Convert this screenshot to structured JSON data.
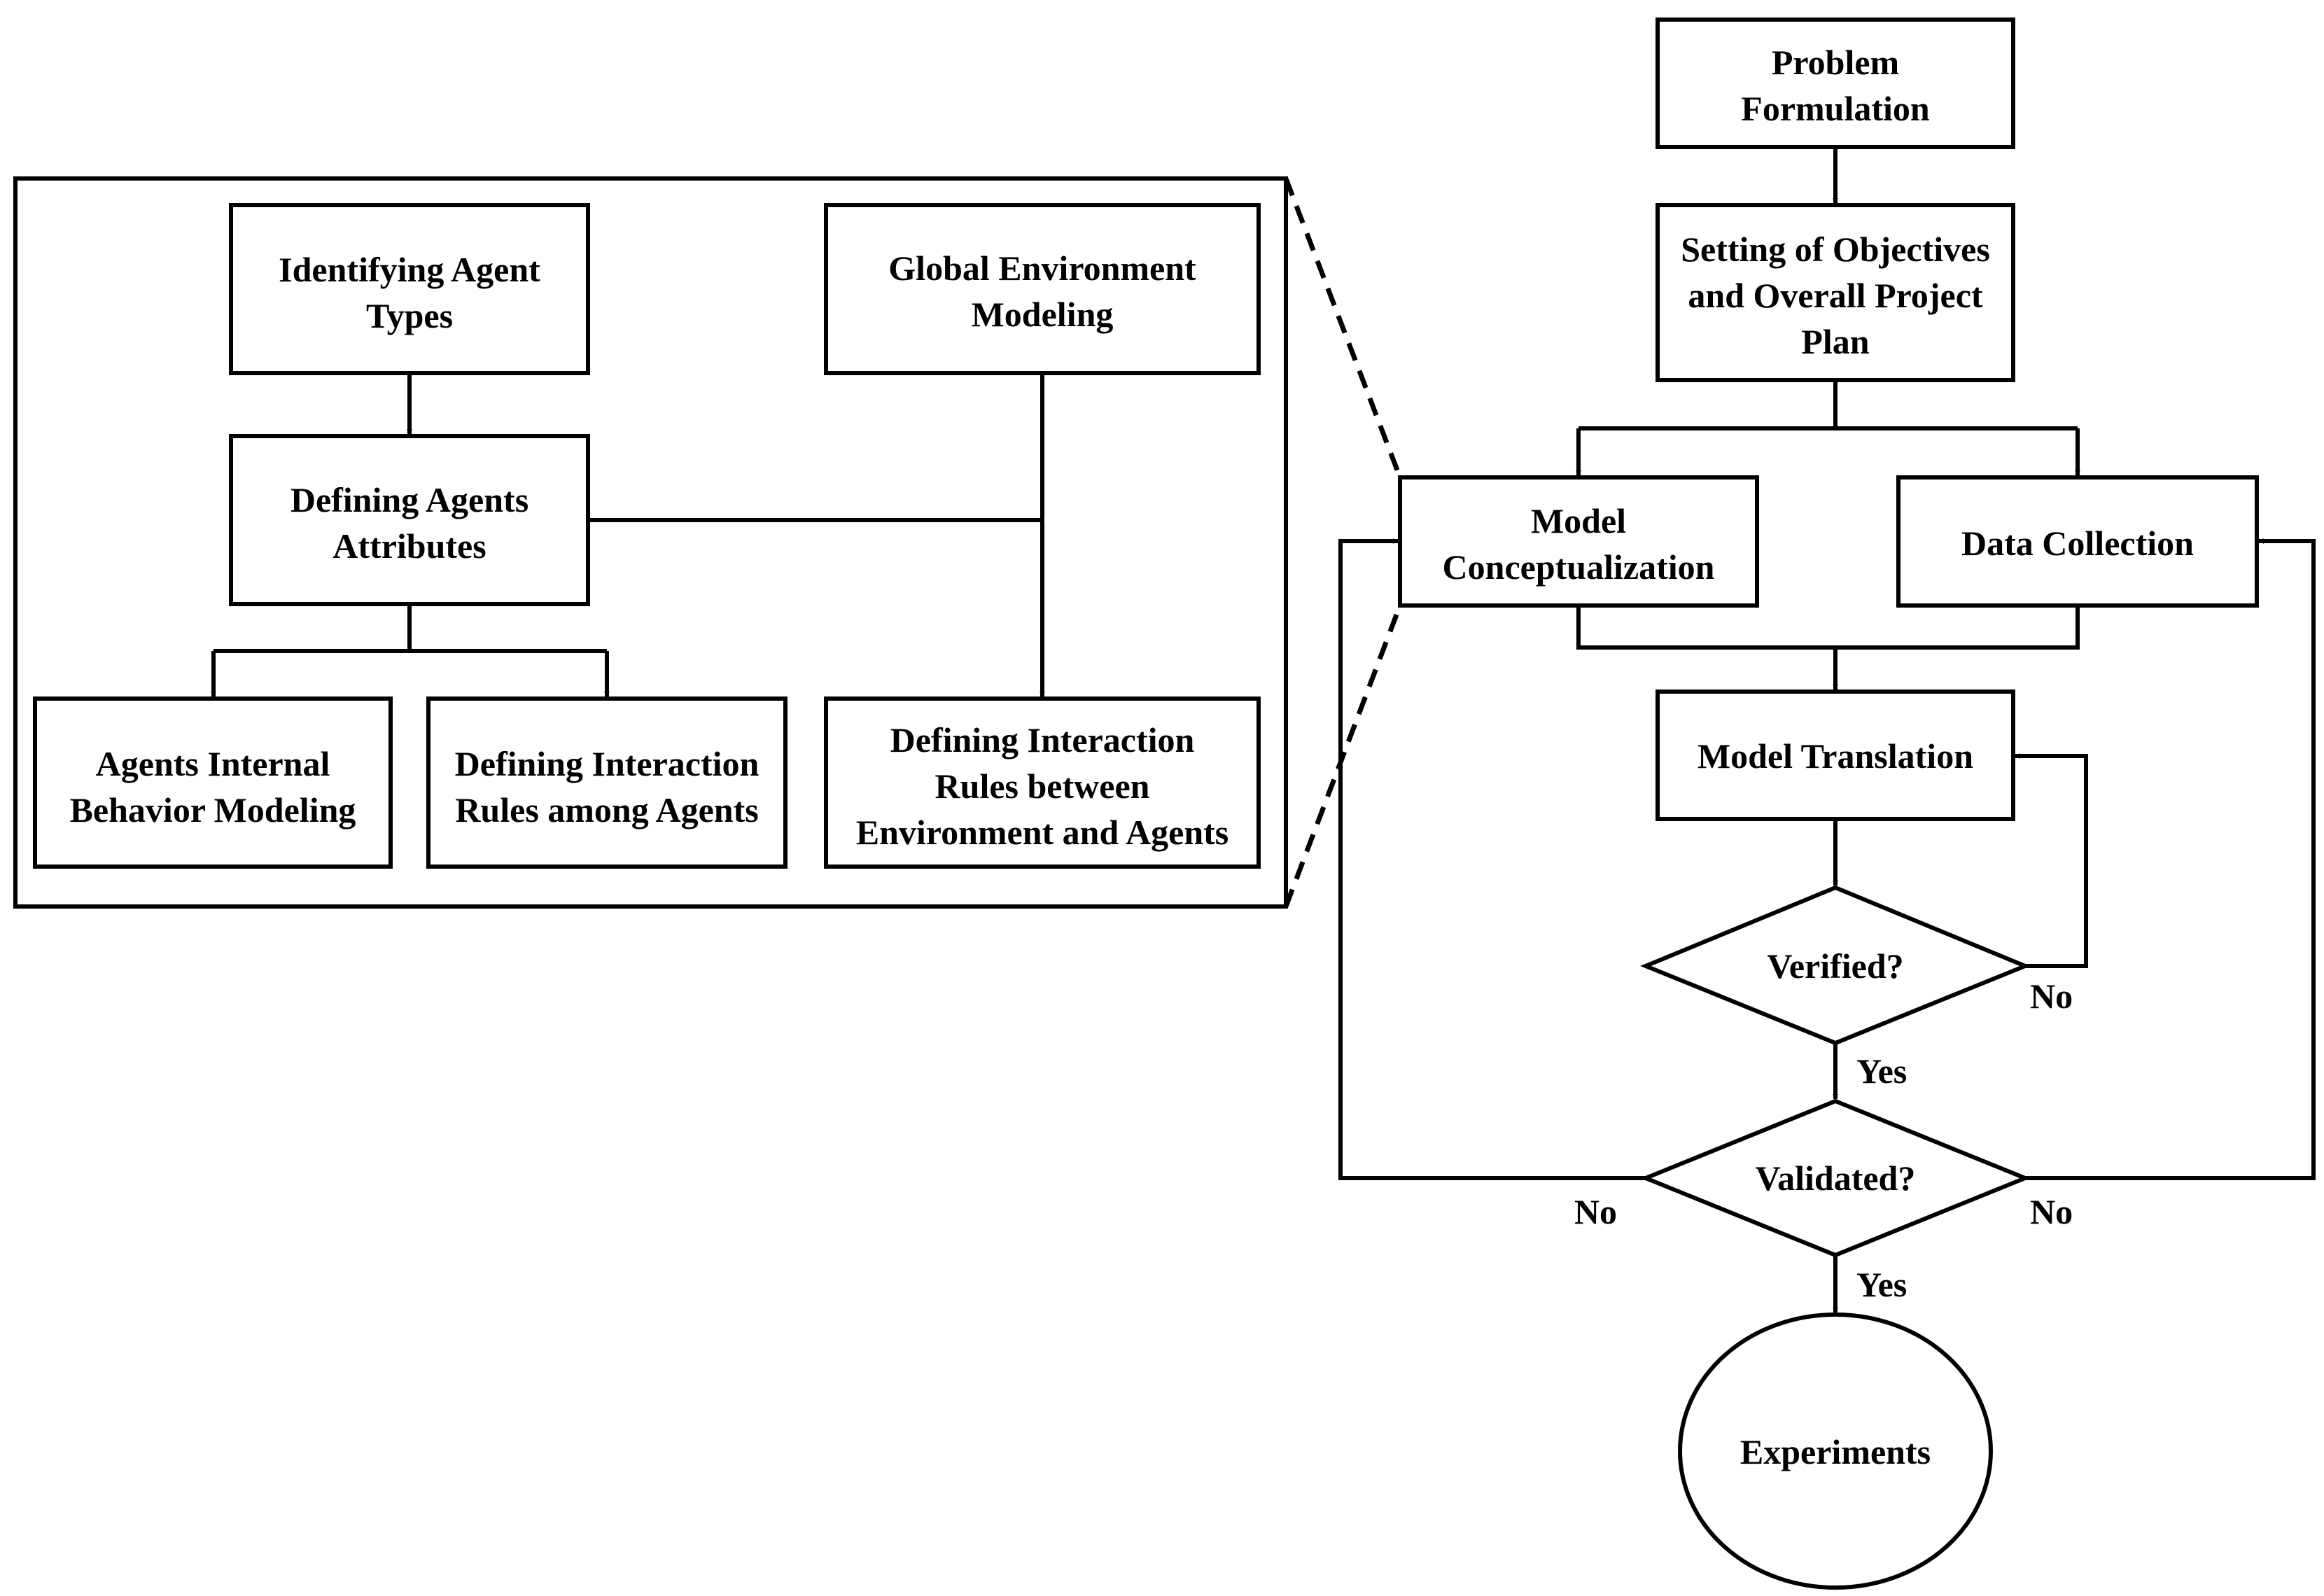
{
  "nodes": {
    "problem_formulation": {
      "lines": [
        "Problem",
        "Formulation"
      ]
    },
    "objectives": {
      "lines": [
        "Setting of Objectives",
        "and Overall Project",
        "Plan"
      ]
    },
    "model_conceptualization": {
      "lines": [
        "Model",
        "Conceptualization"
      ]
    },
    "data_collection": {
      "lines": [
        "Data Collection"
      ]
    },
    "model_translation": {
      "lines": [
        "Model Translation"
      ]
    },
    "verified": {
      "lines": [
        "Verified?"
      ]
    },
    "validated": {
      "lines": [
        "Validated?"
      ]
    },
    "experiments": {
      "lines": [
        "Experiments"
      ]
    },
    "identifying_agent_types": {
      "lines": [
        "Identifying Agent",
        "Types"
      ]
    },
    "global_environment": {
      "lines": [
        "Global Environment",
        "Modeling"
      ]
    },
    "defining_agents_attributes": {
      "lines": [
        "Defining Agents",
        "Attributes"
      ]
    },
    "internal_behavior": {
      "lines": [
        "Agents Internal",
        "Behavior Modeling"
      ]
    },
    "interaction_agents": {
      "lines": [
        "Defining Interaction",
        "Rules among Agents"
      ]
    },
    "interaction_env": {
      "lines": [
        "Defining Interaction",
        "Rules between",
        "Environment and Agents"
      ]
    }
  },
  "edge_labels": {
    "verified_no": "No",
    "verified_yes": "Yes",
    "validated_no_left": "No",
    "validated_no_right": "No",
    "validated_yes": "Yes"
  }
}
